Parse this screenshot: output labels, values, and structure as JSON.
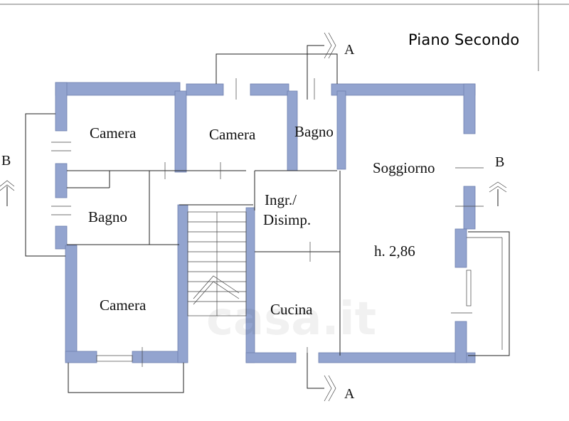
{
  "plan": {
    "title": "Piano Secondo",
    "rooms": [
      {
        "key": "camera_nw",
        "label": "Camera"
      },
      {
        "key": "camera_n",
        "label": "Camera"
      },
      {
        "key": "bagno_n",
        "label": "Bagno"
      },
      {
        "key": "soggiorno",
        "label": "Soggiorno"
      },
      {
        "key": "ingresso_line1",
        "label": "Ingr./"
      },
      {
        "key": "ingresso_line2",
        "label": "Disimp."
      },
      {
        "key": "bagno_w",
        "label": "Bagno"
      },
      {
        "key": "camera_sw",
        "label": "Camera"
      },
      {
        "key": "cucina",
        "label": "Cucina"
      }
    ],
    "height_label": "h. 2,86",
    "section_marks": {
      "a_top": "A",
      "a_bottom": "A",
      "b_left": "B",
      "b_right": "B"
    },
    "watermark": "casa.it"
  },
  "colors": {
    "wall_fill": "#93a4cf",
    "line": "#222222"
  }
}
